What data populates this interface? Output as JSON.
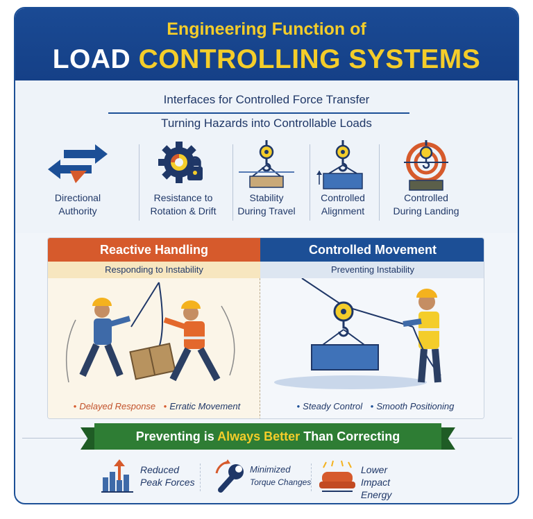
{
  "header": {
    "subtitle": "Engineering Function of",
    "title_part1": "LOAD",
    "title_part2": "CONTROLLING SYSTEMS"
  },
  "intro": {
    "line1": "Interfaces for Controlled Force Transfer",
    "line2": "Turning Hazards into Controllable Loads"
  },
  "features": [
    {
      "icon": "directional-arrows-icon",
      "label_line1": "Directional",
      "label_line2": "Authority"
    },
    {
      "icon": "gear-lock-icon",
      "label_line1": "Resistance to",
      "label_line2": "Rotation & Drift"
    },
    {
      "icon": "hook-load-stable-icon",
      "label_line1": "Stability",
      "label_line2": "During Travel"
    },
    {
      "icon": "hook-load-align-icon",
      "label_line1": "Controlled",
      "label_line2": "Alignment"
    },
    {
      "icon": "target-landing-icon",
      "label_line1": "Controlled",
      "label_line2": "During Landing"
    }
  ],
  "comparison": {
    "left": {
      "title": "Reactive Handling",
      "subtitle": "Responding to Instability",
      "bullet1": "Delayed Response",
      "bullet2": "Erratic Movement"
    },
    "right": {
      "title": "Controlled Movement",
      "subtitle": "Preventing Instability",
      "bullet1": "Steady Control",
      "bullet2": "Smooth Positioning"
    }
  },
  "banner": {
    "part1": "Preventing is",
    "part2": "Always Better",
    "part3": "Than Correcting"
  },
  "benefits": [
    {
      "icon": "bar-chart-arrow-icon",
      "line1": "Reduced",
      "line2": "Peak Forces"
    },
    {
      "icon": "wrench-icon",
      "line1": "Minimized",
      "line2": "Torque Changes"
    },
    {
      "icon": "cushion-impact-icon",
      "line1": "Lower",
      "line2": "Impact Energy"
    }
  ],
  "colors": {
    "brand_blue": "#1c4f96",
    "accent_yellow": "#f4cd2a",
    "reactive_orange": "#d65a2c",
    "banner_green": "#2e7d34"
  }
}
